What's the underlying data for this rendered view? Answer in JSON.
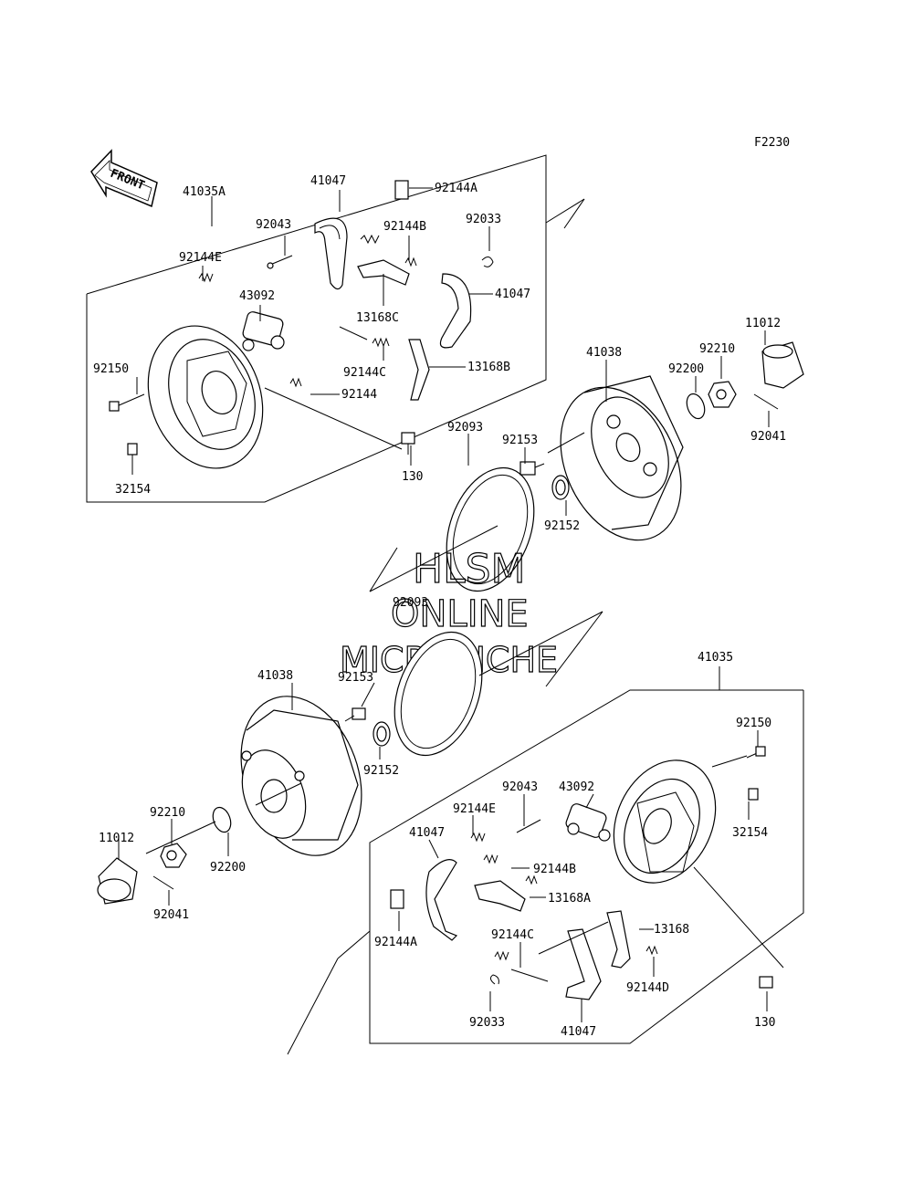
{
  "figure_code": "F2230",
  "front_label": "FRONT",
  "watermark": [
    "HLSM",
    "ONLINE",
    "MICROFICHE"
  ],
  "labels": {
    "l_41035A": "41035A",
    "l_41047_top": "41047",
    "l_92144A_top": "92144A",
    "l_92043_top": "92043",
    "l_92144B_top": "92144B",
    "l_92033_top": "92033",
    "l_92144E_top": "92144E",
    "l_43092_top": "43092",
    "l_13168C": "13168C",
    "l_41047_top2": "41047",
    "l_92150_top": "92150",
    "l_92144C_top": "92144C",
    "l_13168B": "13168B",
    "l_92144_top": "92144",
    "l_32154_top": "32154",
    "l_130_top": "130",
    "l_92093_top": "92093",
    "l_92153_top": "92153",
    "l_41038_top": "41038",
    "l_92200_top": "92200",
    "l_92210_top": "92210",
    "l_11012_top": "11012",
    "l_92041_top": "92041",
    "l_92152_top": "92152",
    "l_92093_bot": "92093",
    "l_41038_bot": "41038",
    "l_92153_bot": "92153",
    "l_41035": "41035",
    "l_92150_bot": "92150",
    "l_92152_bot": "92152",
    "l_92043_bot": "92043",
    "l_43092_bot": "43092",
    "l_92144E_bot": "92144E",
    "l_92210_bot": "92210",
    "l_41047_bot": "41047",
    "l_32154_bot": "32154",
    "l_11012_bot": "11012",
    "l_92200_bot": "92200",
    "l_92144B_bot": "92144B",
    "l_13168A": "13168A",
    "l_92041_bot": "92041",
    "l_92144A_bot": "92144A",
    "l_92144C_bot": "92144C",
    "l_13168": "13168",
    "l_92144D": "92144D",
    "l_130_bot": "130",
    "l_92033_bot": "92033",
    "l_41047_bot2": "41047"
  }
}
